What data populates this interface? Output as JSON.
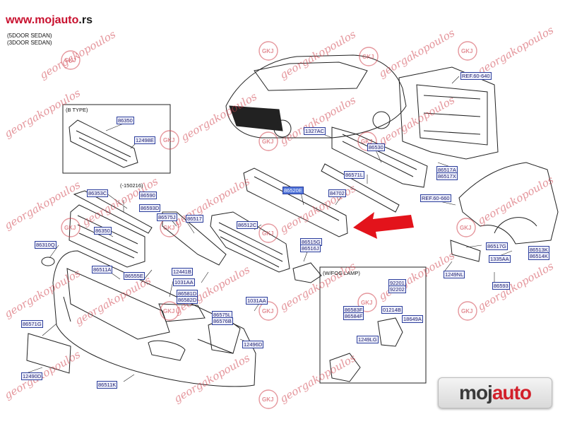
{
  "site": {
    "url_prefix": "www.",
    "url_brand": "mojauto",
    "url_suffix": ".rs"
  },
  "variants": [
    "(5DOOR SEDAN)",
    "(3DOOR SEDAN)"
  ],
  "watermark": {
    "text": "georgakopoulos",
    "badge": "GKJ"
  },
  "callouts": {
    "b_type": "(B TYPE)",
    "fog_lamp": "(W/FOG LAMP)",
    "date": "(-150216)"
  },
  "labels": {
    "86350_top": "86350",
    "12498e": "12498E",
    "1327ac": "1327AC",
    "86530": "86530",
    "86571l": "86571L",
    "84702": "84702",
    "86520e": "86520E",
    "ref_60_640": "REF.60-640",
    "ref_60_660": "REF.60-660",
    "86517a": "86517A",
    "86517x": "86517X",
    "86353c": "86353C",
    "86590": "86590",
    "86593d": "86593D",
    "86575j": "86575J",
    "86517": "86517",
    "86512c": "86512C",
    "86515g": "86515G",
    "86516j": "86516J",
    "86350_mid": "86350",
    "86310q": "86310Q",
    "86511a": "86511A",
    "86555e": "86555E",
    "12441b": "12441B",
    "1031aa_1": "1031AA",
    "86581d": "86581D",
    "86582d": "86582D",
    "1031aa_2": "1031AA",
    "86575l": "86575L",
    "86576b": "86576B",
    "12496d": "12496D",
    "86571g": "86571G",
    "12490d": "12490D",
    "86511k": "86511K",
    "86517g": "86517G",
    "86513k": "86513K",
    "86514k": "86514K",
    "1335aa": "1335AA",
    "1249nl": "1249NL",
    "86593": "86593",
    "92201": "92201",
    "92202": "92202",
    "86583f": "86583F",
    "86584f": "86584F",
    "01214b": "01214B",
    "18649a": "18649A",
    "1249lg": "1249LG"
  },
  "logo": {
    "part1": "moj",
    "part2": "auto"
  }
}
